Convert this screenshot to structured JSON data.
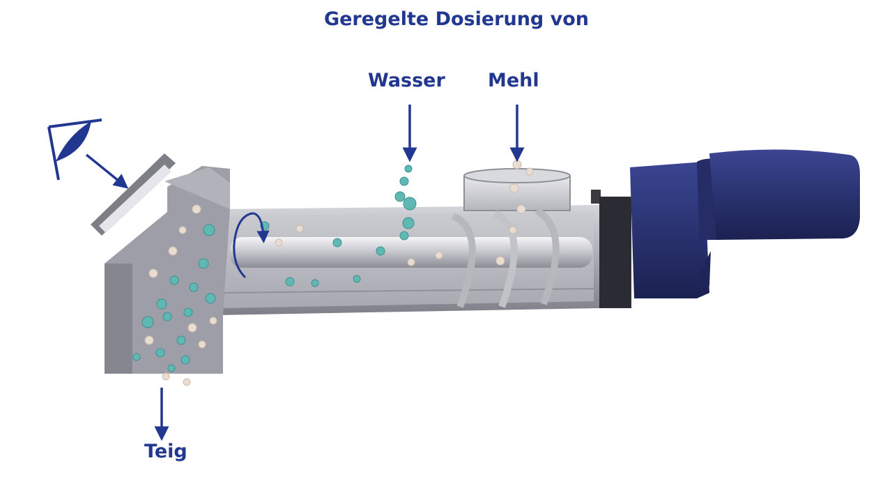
{
  "title": "Geregelte Dosierung von",
  "labels": {
    "wasser": "Wasser",
    "mehl": "Mehl",
    "teig": "Teig"
  },
  "icons": [
    "eye-icon",
    "rotation-arrow-icon",
    "arrow-down-icon",
    "arrow-diagonal-icon"
  ],
  "colors": {
    "label": "#22378f",
    "motor": "#2a3370",
    "water_droplets": "#5fb8b4",
    "flour_particles": "#eadcd0",
    "housing": "#9a9ba4"
  }
}
